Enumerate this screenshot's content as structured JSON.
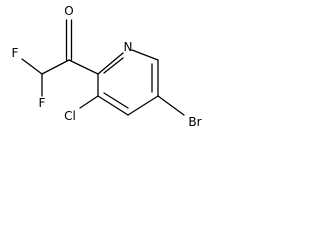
{
  "structure": {
    "atoms": {
      "oxygen": "O",
      "nitrogen": "N",
      "fluorine_upper": "F",
      "fluorine_lower": "F",
      "chlorine": "Cl",
      "bromine": "Br"
    }
  }
}
